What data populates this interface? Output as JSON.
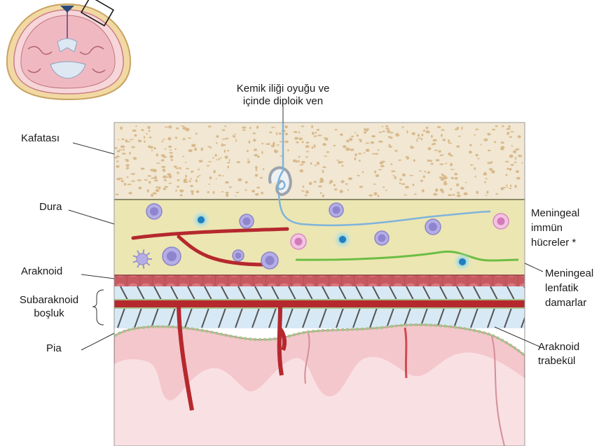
{
  "labels": {
    "bone_marrow_line1": "Kemik iliği oyuğu ve",
    "bone_marrow_line2": "içinde diploik ven",
    "skull": "Kafatası",
    "dura": "Dura",
    "arachnoid": "Araknoid",
    "subarachnoid_line1": "Subaraknoid",
    "subarachnoid_line2": "boşluk",
    "pia": "Pia",
    "immune_line1": "Meningeal",
    "immune_line2": "immün",
    "immune_line3": "hücreler *",
    "lymph_line1": "Meningeal",
    "lymph_line2": "lenfatik",
    "lymph_line3": "damarlar",
    "trabecule_line1": "Araknoid",
    "trabecule_line2": "trabekül"
  },
  "colors": {
    "bone": "#f1e7d2",
    "bone_spots": "#d9b98c",
    "dura": "#ece6b2",
    "arachnoid": "#c8585e",
    "subarachnoid": "#d8e9f6",
    "brain": "#f4c7cc",
    "brain_deep": "#f9e0e3",
    "vessel": "#b5282e",
    "diploic_vein": "#7fb3dc",
    "lymphatic": "#6cbe45",
    "immune_cell": "#9d92d6",
    "immune_cell_pink": "#e9a8d4",
    "immune_cell_cyan": "#2aa8df"
  }
}
